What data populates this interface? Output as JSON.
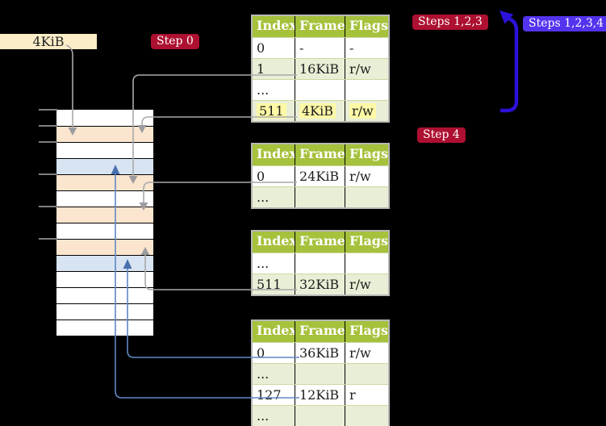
{
  "page_size_label": "4KiB",
  "badges": {
    "step0": "Step 0",
    "steps123": "Steps 1,2,3",
    "steps1234": "Steps 1,2,3,4",
    "step4": "Step 4"
  },
  "memory": {
    "row_colors": [
      "white",
      "peach",
      "white",
      "blue",
      "peach",
      "white",
      "peach",
      "white",
      "peach",
      "blue",
      "white",
      "white",
      "white",
      "white"
    ],
    "tick_addresses_kib": [
      0,
      4,
      8,
      16,
      24,
      32
    ]
  },
  "tables": [
    {
      "id": "page-table-1",
      "headers": [
        "Index",
        "Frame",
        "Flags"
      ],
      "rows": [
        {
          "cells": [
            "0",
            "-",
            "-"
          ],
          "shade": "white",
          "highlight": false
        },
        {
          "cells": [
            "1",
            "16KiB",
            "r/w"
          ],
          "shade": "green",
          "highlight": false
        },
        {
          "cells": [
            "...",
            "",
            ""
          ],
          "shade": "white",
          "highlight": false
        },
        {
          "cells": [
            "511",
            "4KiB",
            "r/w"
          ],
          "shade": "green",
          "highlight": true
        }
      ]
    },
    {
      "id": "page-table-2",
      "headers": [
        "Index",
        "Frame",
        "Flags"
      ],
      "rows": [
        {
          "cells": [
            "0",
            "24KiB",
            "r/w"
          ],
          "shade": "white",
          "highlight": false
        },
        {
          "cells": [
            "...",
            "",
            ""
          ],
          "shade": "green",
          "highlight": false
        }
      ]
    },
    {
      "id": "page-table-3",
      "headers": [
        "Index",
        "Frame",
        "Flags"
      ],
      "rows": [
        {
          "cells": [
            "...",
            "",
            ""
          ],
          "shade": "white",
          "highlight": false
        },
        {
          "cells": [
            "511",
            "32KiB",
            "r/w"
          ],
          "shade": "green",
          "highlight": false
        }
      ]
    },
    {
      "id": "page-table-4",
      "headers": [
        "Index",
        "Frame",
        "Flags"
      ],
      "rows": [
        {
          "cells": [
            "0",
            "36KiB",
            "r/w"
          ],
          "shade": "white",
          "highlight": false
        },
        {
          "cells": [
            "...",
            "",
            ""
          ],
          "shade": "green",
          "highlight": false
        },
        {
          "cells": [
            "127",
            "12KiB",
            "r"
          ],
          "shade": "white",
          "highlight": false
        },
        {
          "cells": [
            "...",
            "",
            ""
          ],
          "shade": "green",
          "highlight": false
        }
      ]
    }
  ],
  "colors": {
    "crimson": "#ad1030",
    "violet": "#5433ee",
    "arrow_blue": "#2c12d9",
    "header_green": "#a6c13c",
    "row_green": "#e9efd6",
    "peach": "#fbe5ce",
    "light_blue": "#d8e4f2",
    "wheat": "#fbedc7",
    "highlight_yellow": "#fdf9a6",
    "connector_gray": "#a9a9a9",
    "connector_gray_head": "#9c9ca0",
    "connector_blue": "#6187c4",
    "connector_blue_head": "#4a6fae"
  }
}
